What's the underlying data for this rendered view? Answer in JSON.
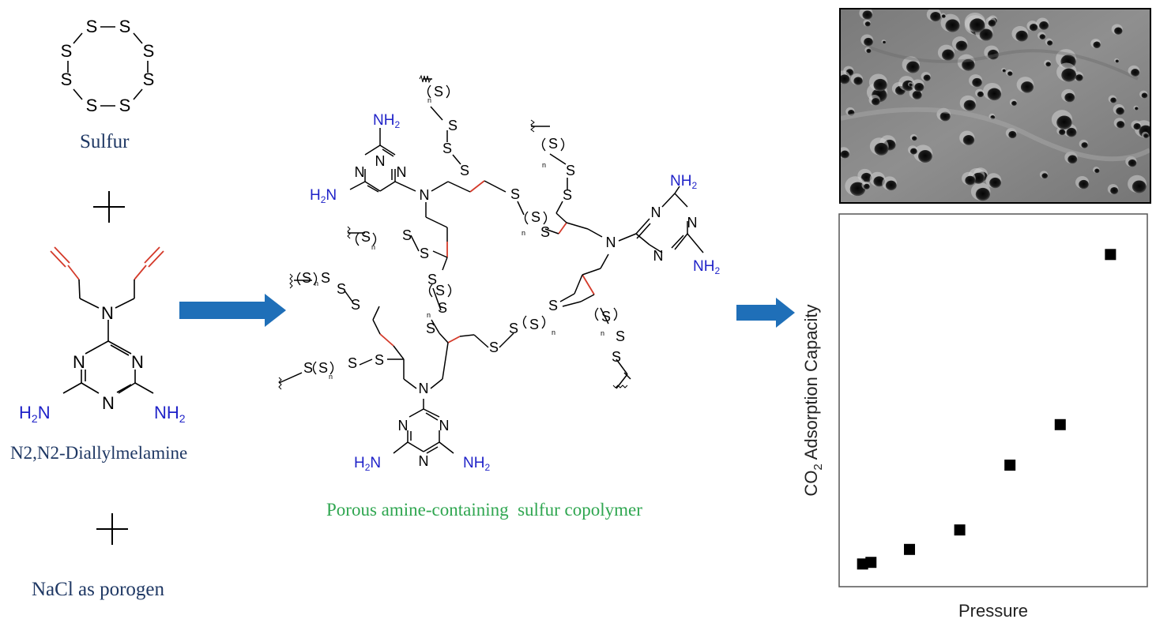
{
  "reactants": {
    "sulfur": {
      "label": "Sulfur",
      "atom": "S"
    },
    "plus1": "+",
    "monomer": {
      "label": "N2,N2-Diallylmelamine",
      "n": "N",
      "nh2": "NH2",
      "h": "H",
      "sub": "2"
    },
    "plus2": "+",
    "porogen": {
      "label": "NaCl as porogen"
    }
  },
  "product": {
    "label": "Porous amine-containing  sulfur copolymer",
    "n_label": "n"
  },
  "sem_image": {
    "kind": "SEM micrograph of porous surface"
  },
  "chart_data": {
    "type": "scatter",
    "xlabel": "Pressure",
    "ylabel_main": "CO",
    "ylabel_sub": "2",
    "ylabel_rest": " Adsorption Capacity",
    "x": [
      0.1,
      0.35,
      1.5,
      3.0,
      4.5,
      6.0,
      7.5
    ],
    "y": [
      0.9,
      1.0,
      1.8,
      3.0,
      7.0,
      9.5,
      20.0
    ],
    "xlim": [
      -0.6,
      8.6
    ],
    "ylim": [
      -0.5,
      22.5
    ],
    "grid": false,
    "marker": "square",
    "color": "#000000"
  },
  "colors": {
    "allyl_red": "#d43a2a",
    "amine_blue": "#1f22c8",
    "label_navy": "#1f3864",
    "product_green": "#2fa650",
    "arrow_blue": "#1f6fb8"
  }
}
